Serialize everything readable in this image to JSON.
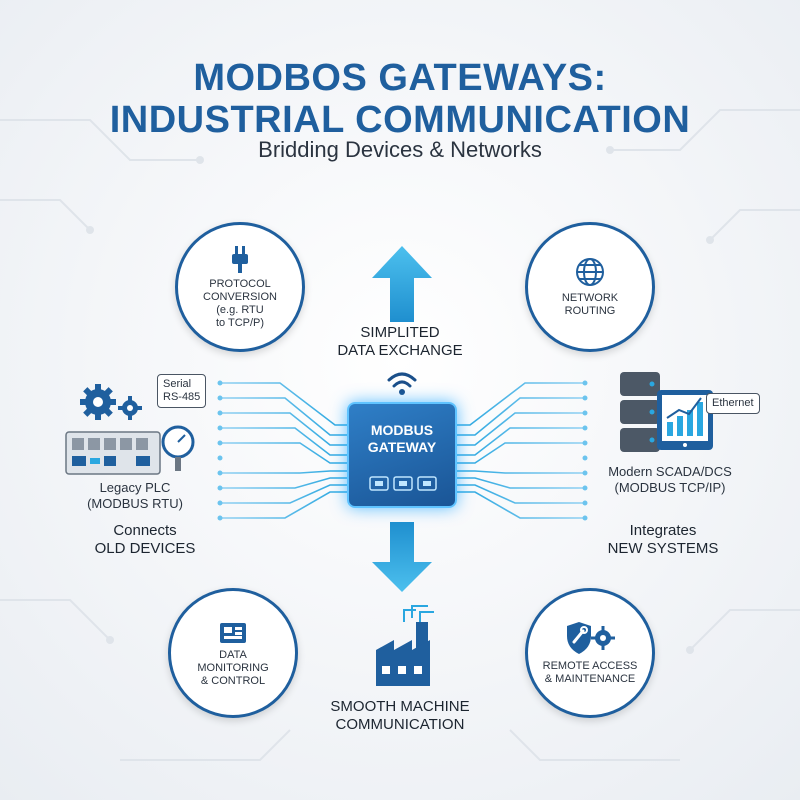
{
  "header": {
    "title_line1": "MODBOS GATEWAYS:",
    "title_line2": "INDUSTRIAL COMMUNICATION",
    "subtitle": "Bridding Devices & Networks"
  },
  "center": {
    "gateway_label": "MODBUS\nGATEWAY",
    "top_label": "SIMPLITED\nDATA EXCHANGE",
    "bottom_label": "SMOOTH MACHINE\nCOMMUNICATION"
  },
  "features": {
    "protocol_conversion": "PROTOCOL\nCONVERSION\n(e.g. RTU\nto TCP/P)",
    "network_routing": "NETWORK\nROUTING",
    "data_monitoring": "DATA\nMONITORING\n& CONTROL",
    "remote_access": "REMOTE ACCESS\n& MAINTENANCE"
  },
  "left": {
    "callout": "Serial\nRS-485",
    "device_label": "Legacy PLC\n(MODBUS RTU)",
    "caption": "Connects\nOLD DEVICES"
  },
  "right": {
    "callout": "Ethernet",
    "device_label": "Modern SCADA/DCS\n(MODBUS TCP/IP)",
    "caption": "Integrates\nNEW SYSTEMS"
  },
  "colors": {
    "primary": "#1f5f9e",
    "accent": "#2aa7e0",
    "glow": "#5fc3ff"
  },
  "icons": {
    "protocol": "plug-icon",
    "network": "globe-icon",
    "monitoring": "control-panel-icon",
    "remote": "shield-wrench-icon",
    "factory": "factory-icon",
    "wifi": "wifi-icon"
  }
}
